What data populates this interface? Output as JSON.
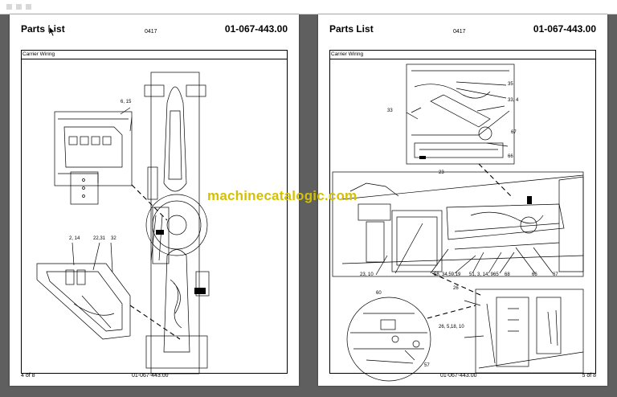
{
  "toolbar": {
    "icons": [
      "back-icon",
      "forward-icon",
      "zoom-icon"
    ]
  },
  "pages": [
    {
      "title": "Parts List",
      "code": "0417",
      "part_number": "01-067-443.00",
      "section": "Carrier Wiring",
      "footer_page": "4 of 8",
      "footer_number": "01-067-443.00",
      "callouts": [
        "6, 15",
        "2, 14",
        "22,31",
        "32"
      ]
    },
    {
      "title": "Parts List",
      "code": "0417",
      "part_number": "01-067-443.00",
      "section": "Carrier Wiring",
      "footer_page": "5 of 8",
      "footer_number": "01-067-443.00",
      "callouts": [
        "35",
        "33",
        "33, 4",
        "67",
        "66",
        "23",
        "23, 10",
        "58, 34,59,19",
        "51, 3, 14, 9",
        "65",
        "68",
        "66",
        "67",
        "60",
        "26",
        "26, 5,18, 10",
        "57"
      ]
    }
  ],
  "watermark": "machinecatalogic.com",
  "colors": {
    "background": "#5f5f5f",
    "page": "#ffffff",
    "watermark": "#d4c200"
  }
}
